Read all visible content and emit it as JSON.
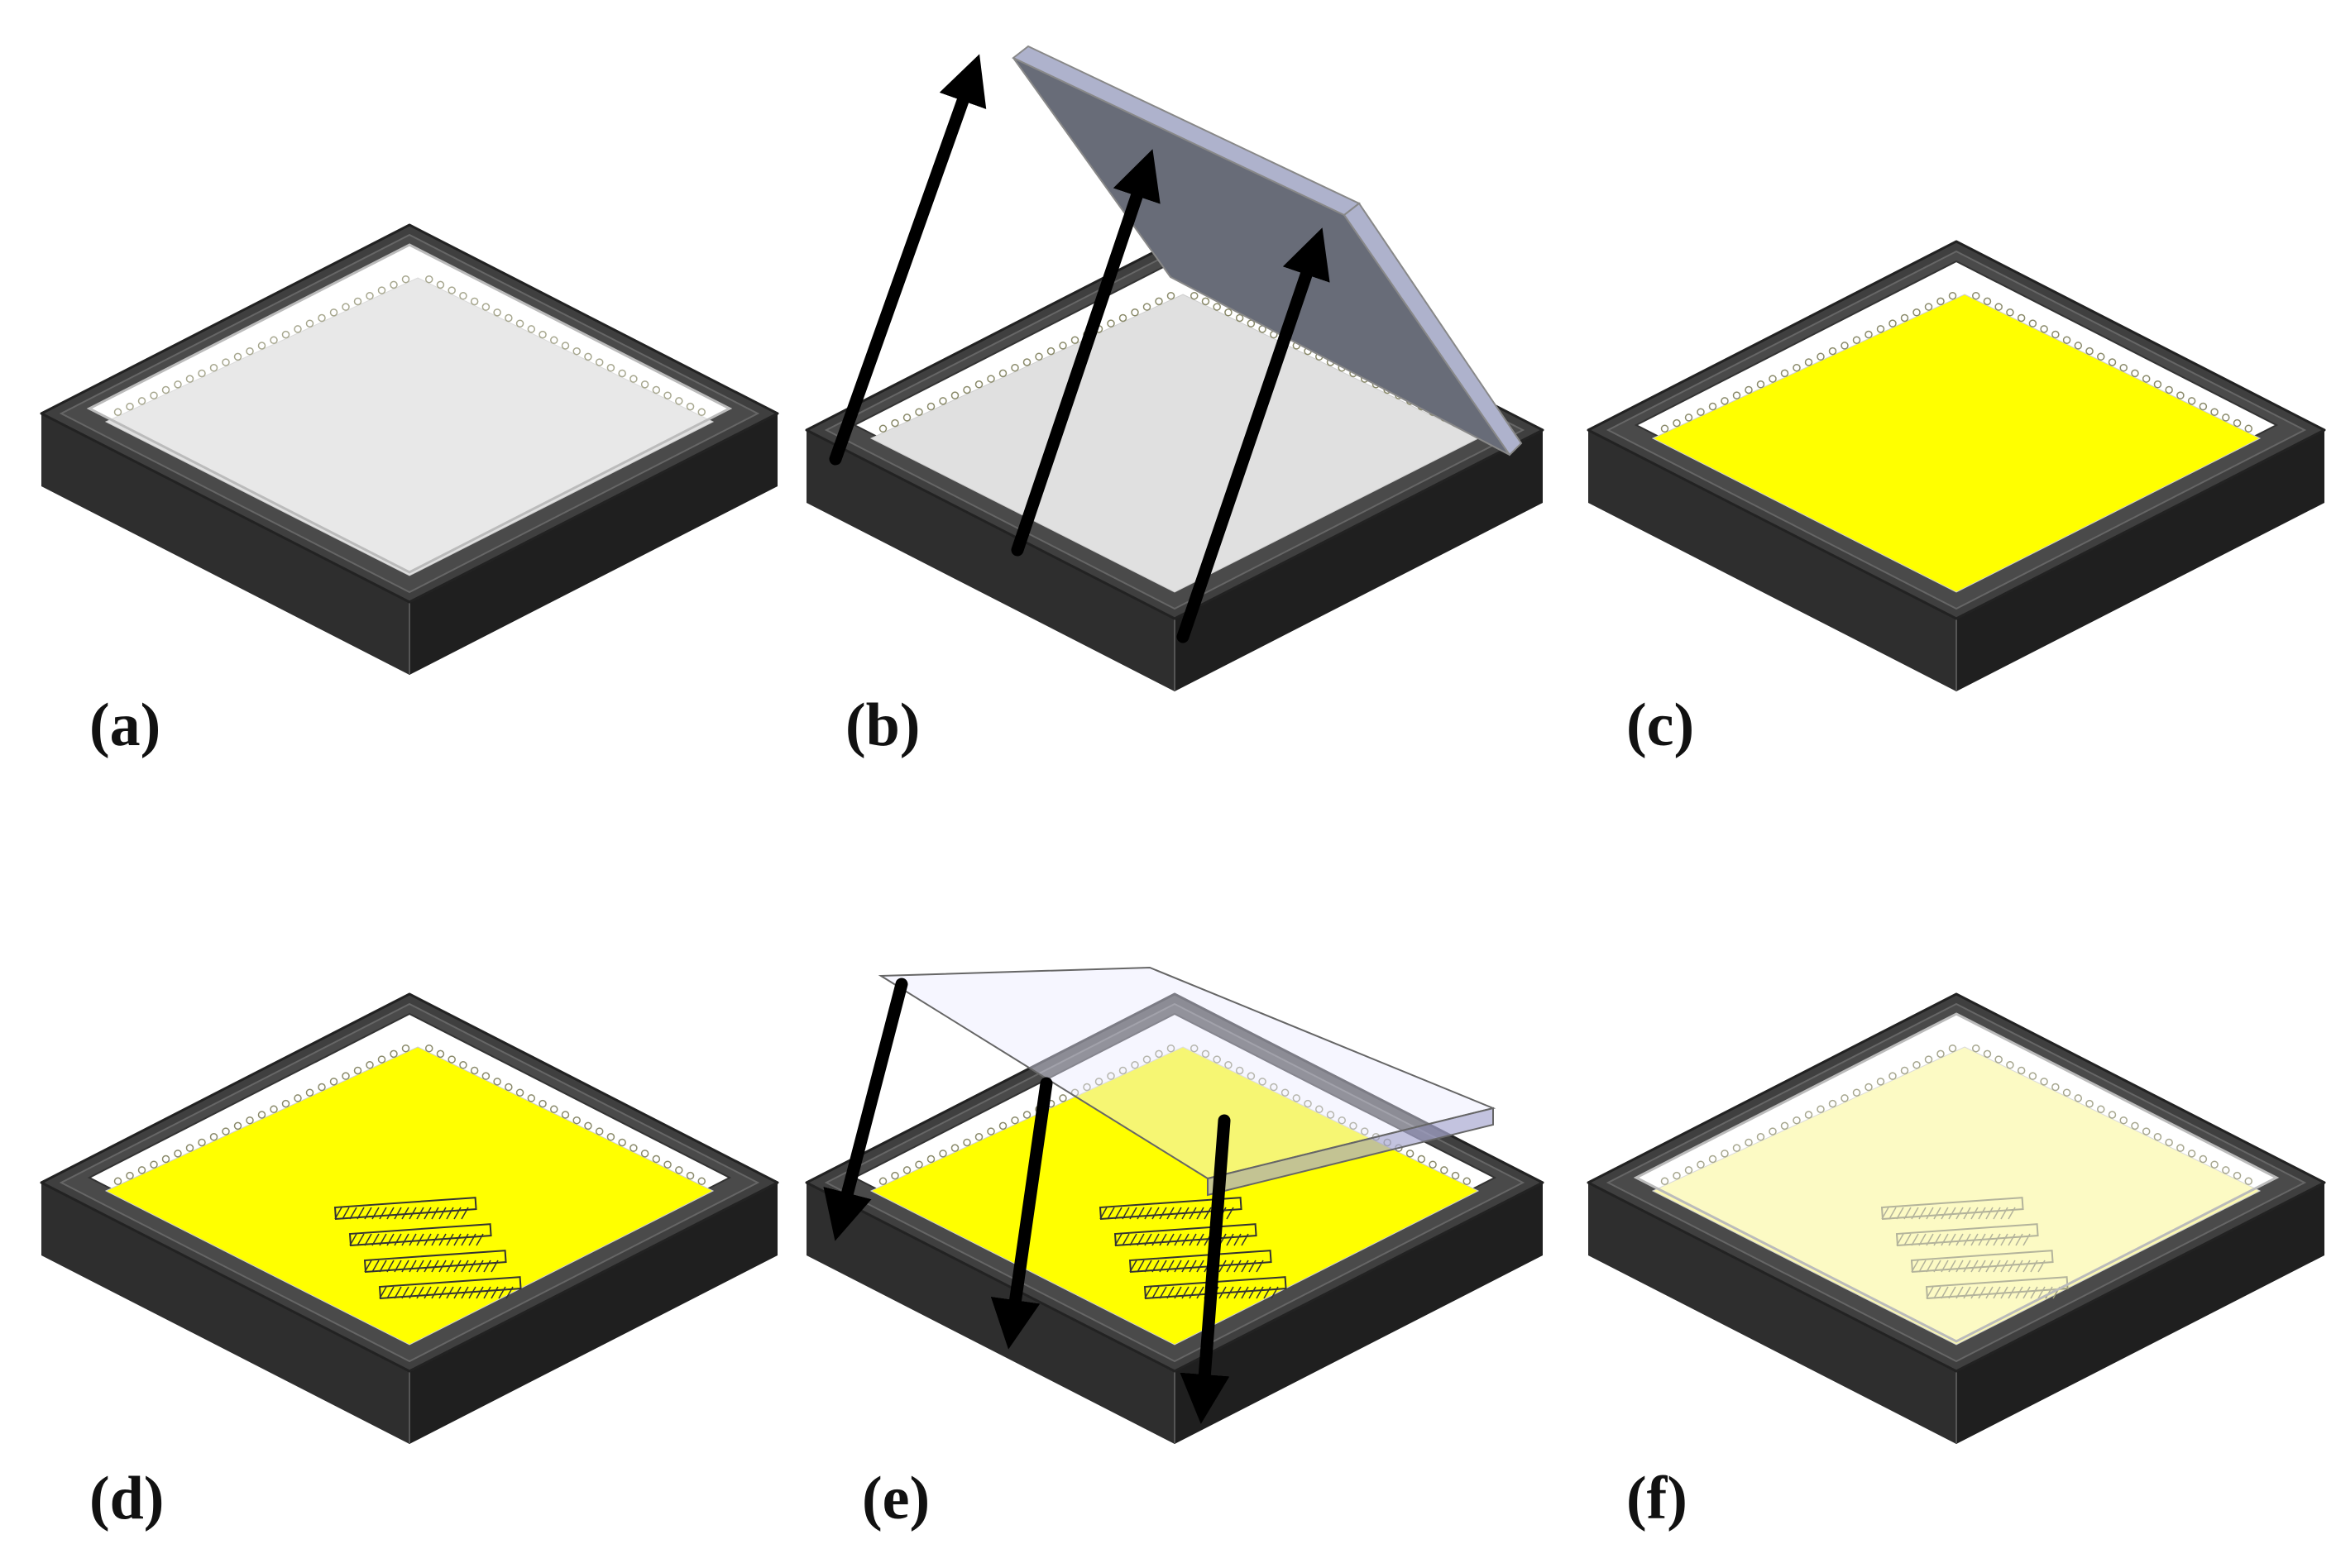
{
  "figure": {
    "panels": [
      {
        "id": "a",
        "label": "(a)",
        "substrate": "empty",
        "cover": "closed",
        "arrows": "none"
      },
      {
        "id": "b",
        "label": "(b)",
        "substrate": "empty",
        "cover": "lifted",
        "arrows": "up"
      },
      {
        "id": "c",
        "label": "(c)",
        "substrate": "yellow",
        "cover": "none",
        "arrows": "none"
      },
      {
        "id": "d",
        "label": "(d)",
        "substrate": "yellow-patterned",
        "cover": "none",
        "arrows": "none"
      },
      {
        "id": "e",
        "label": "(e)",
        "substrate": "yellow-patterned",
        "cover": "lowering",
        "arrows": "down"
      },
      {
        "id": "f",
        "label": "(f)",
        "substrate": "pale-patterned",
        "cover": "closed",
        "arrows": "none"
      }
    ]
  },
  "colors": {
    "frame_top": "#3f3f3f",
    "frame_side_left": "#2e2e2e",
    "frame_side_right": "#1f1f1f",
    "bezel": "#4a4a4a",
    "inner_wall": "#ffffff",
    "empty_floor": "#e0e0e0",
    "yellow_film": "#ffff00",
    "pale_film": "#fbf8b0",
    "cover_glass": "#aeb2cc",
    "cover_dark": "#686c78",
    "arrow": "#000000"
  }
}
